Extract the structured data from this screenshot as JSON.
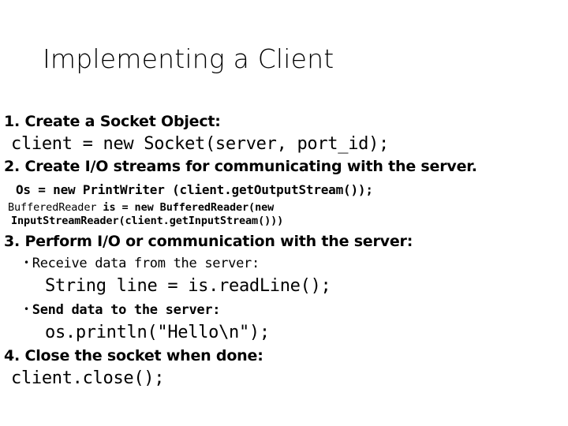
{
  "slide": {
    "title": "Implementing a Client",
    "background_color": "#ffffff",
    "text_color": "#000000",
    "steps": [
      {
        "heading": "1. Create a Socket Object:",
        "code": "client = new Socket(server, port_id);"
      },
      {
        "heading": "2. Create I/O streams for communicating with the server.",
        "code": "Os = new PrintWriter (client.getOutputStream());",
        "code_wrapped_line1_regular": "BufferedReader ",
        "code_wrapped_line1_bold": "is = new BufferedReader(new",
        "code_wrapped_line2": "InputStreamReader(client.getInputStream()))"
      },
      {
        "heading": "3. Perform I/O or communication with the server:",
        "bullets": [
          {
            "marker": "•",
            "label": "Receive data from the server:",
            "code": "String line = is.readLine();"
          },
          {
            "marker": "•",
            "label": "Send data to the server:",
            "code": "os.println(\"Hello\\n\");"
          }
        ]
      },
      {
        "heading": "4. Close the socket when done:",
        "code": "client.close();"
      }
    ]
  }
}
